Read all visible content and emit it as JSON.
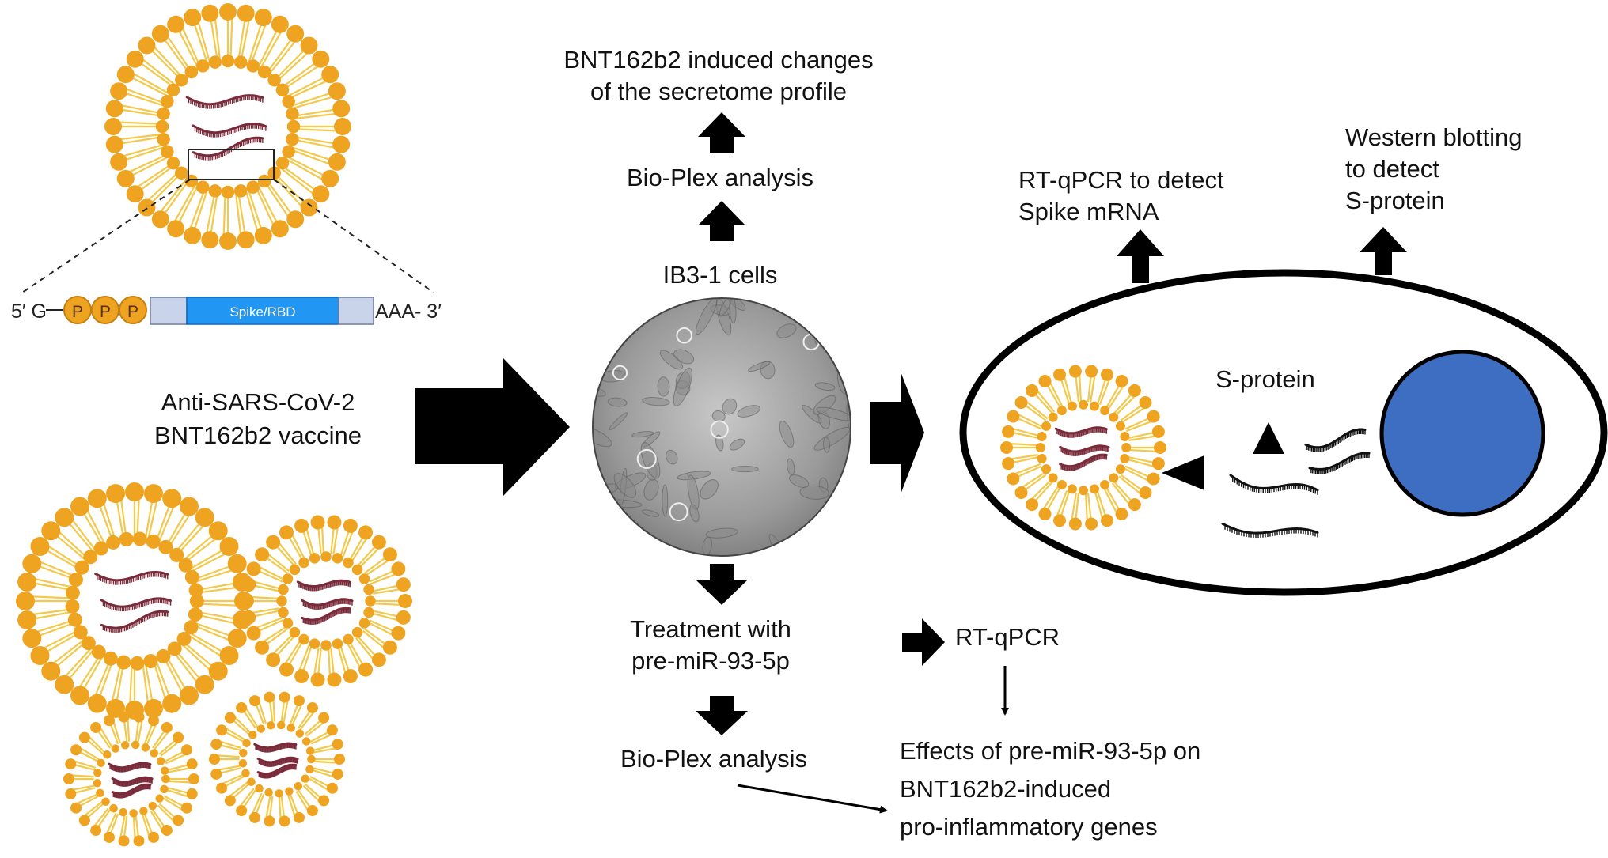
{
  "mrna_construct": {
    "five_prime": "5′ G",
    "phosphate": "P",
    "coding_region": "Spike/RBD",
    "three_prime": "AAA- 3′"
  },
  "vaccine_label": [
    "Anti-SARS-CoV-2",
    "BNT162b2 vaccine"
  ],
  "center": {
    "cells_label": "IB3-1 cells",
    "bioplex_top": "Bio-Plex analysis",
    "secretome_label": [
      "BNT162b2 induced changes",
      "of the secretome profile"
    ],
    "treatment_label": [
      "Treatment with",
      "pre-miR-93-5p"
    ],
    "bioplex_bottom": "Bio-Plex analysis"
  },
  "cell_panel": {
    "rtqpcr_detect": [
      "RT-qPCR to detect",
      "Spike mRNA"
    ],
    "western_blot": [
      "Western blotting",
      "to detect",
      "S-protein"
    ],
    "s_protein_label": "S-protein"
  },
  "bottom_right": {
    "rtqpcr_label": "RT-qPCR",
    "effects_label": [
      "Effects of pre-miR-93-5p on",
      "BNT162b2-induced",
      "pro-inflammatory genes"
    ]
  },
  "colors": {
    "lipid_head": "#EFA421",
    "lipid_tail": "#F2C94C",
    "lipid_head_dark": "#D29B26",
    "mrna": "#7A2B3A",
    "nucleus": "#3D6EC1",
    "spike_box": "#2196F3",
    "arrow": "#000000"
  },
  "icons": [
    "block-arrow-icon",
    "lipid-nanoparticle-icon",
    "cell-micrograph-icon",
    "nucleus-icon",
    "triangle-protein-icon"
  ]
}
